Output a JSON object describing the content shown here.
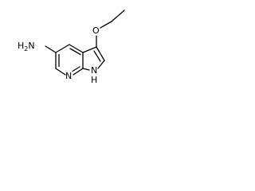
{
  "diagram": {
    "type": "chemical-structure",
    "atoms": {
      "amine": {
        "element": "N",
        "hydrogens": "2",
        "sub_text": "2"
      },
      "ether_oxygen": {
        "element": "O"
      },
      "pyridine_nitrogen": {
        "element": "N"
      },
      "pyrrole_nh": {
        "element": "N",
        "hydrogen": "H"
      }
    },
    "colors": {
      "bond": "#000000",
      "text": "#000000",
      "background": "#ffffff"
    }
  }
}
